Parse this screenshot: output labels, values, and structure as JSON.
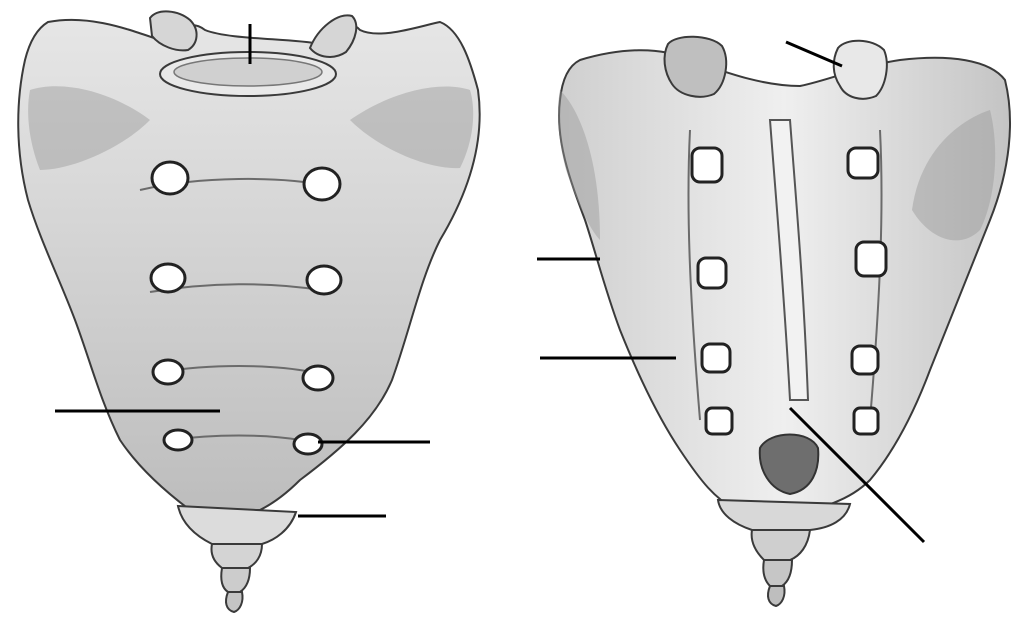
{
  "figure": {
    "views": [
      {
        "id": "anterior",
        "name": "anterior-view"
      },
      {
        "id": "posterior",
        "name": "posterior-view"
      }
    ],
    "label_lines": [
      {
        "id": "line-1",
        "view": "anterior",
        "label": ""
      },
      {
        "id": "line-2",
        "view": "anterior",
        "label": ""
      },
      {
        "id": "line-3",
        "view": "anterior",
        "label": ""
      },
      {
        "id": "line-4",
        "view": "anterior",
        "label": ""
      },
      {
        "id": "line-5",
        "view": "posterior",
        "label": ""
      },
      {
        "id": "line-6",
        "view": "posterior",
        "label": ""
      },
      {
        "id": "line-7",
        "view": "posterior",
        "label": ""
      },
      {
        "id": "line-8",
        "view": "posterior",
        "label": ""
      }
    ],
    "colors": {
      "bone_fill": "#d9d9d9",
      "bone_shadow": "#8c8c8c",
      "foramen": "#ffffff",
      "leader": "#000000"
    }
  }
}
